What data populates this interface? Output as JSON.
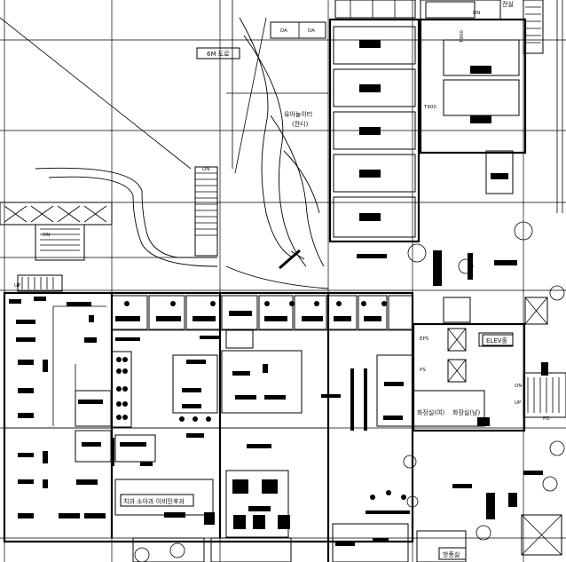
{
  "title": "",
  "labels": {
    "road": "6M 도로",
    "playground": "유아놀이터",
    "playground_sub": "(잔디)",
    "da1": "DA",
    "da2": "DA",
    "dn_top": "DN",
    "top_right": "전실",
    "t900": "T900",
    "t900_vertical": "T900",
    "eps": "EPS",
    "ps": "PS",
    "elev": "ELEV홀",
    "restroom_f": "화장실(여)",
    "restroom_m": "화장실(남)",
    "dn_left": "DN",
    "up_left": "UP",
    "dn_right": "DN",
    "up_right": "UP",
    "pd": "PD",
    "clinic": "치과 소아과 이비인후과",
    "pharmacy": "방풍실",
    "dn_mid": "DN"
  }
}
